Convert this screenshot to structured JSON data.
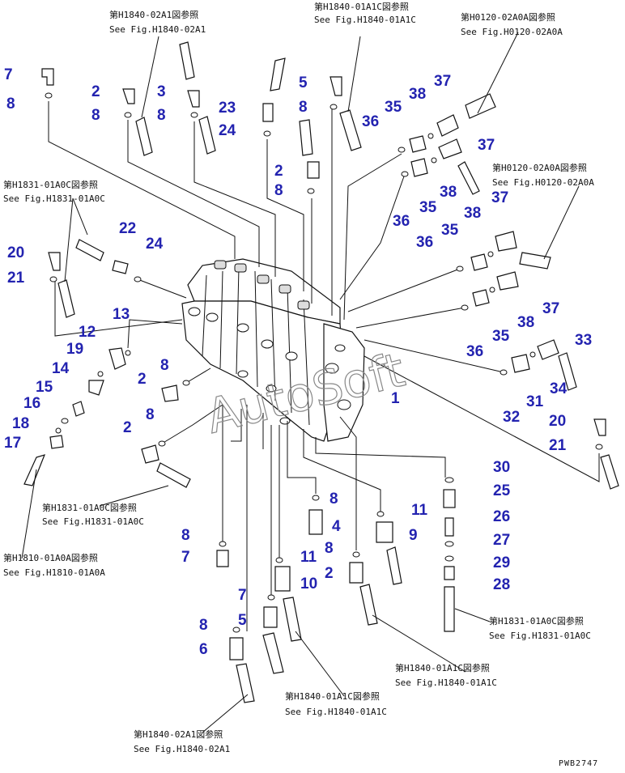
{
  "watermark": "AutoSoft",
  "drawing_code": "PWB2747",
  "references": [
    {
      "jp": "第H1840-02A1図参照",
      "en": "See Fig.H1840-02A1"
    },
    {
      "jp": "第H1840-01A1C図参照",
      "en": "See Fig.H1840-01A1C"
    },
    {
      "jp": "第H0120-02A0A図参照",
      "en": "See Fig.H0120-02A0A"
    },
    {
      "jp": "第H1831-01A0C図参照",
      "en": "See Fig.H1831-01A0C"
    },
    {
      "jp": "第H0120-02A0A図参照",
      "en": "See Fig.H0120-02A0A"
    },
    {
      "jp": "第H1831-01A0C図参照",
      "en": "See Fig.H1831-01A0C"
    },
    {
      "jp": "第H1810-01A0A図参照",
      "en": "See Fig.H1810-01A0A"
    },
    {
      "jp": "第H1831-01A0C図参照",
      "en": "See Fig.H1831-01A0C"
    },
    {
      "jp": "第H1840-01A1C図参照",
      "en": "See Fig.H1840-01A1C"
    },
    {
      "jp": "第H1840-01A1C図参照",
      "en": "See Fig.H1840-01A1C"
    },
    {
      "jp": "第H1840-02A1図参照",
      "en": "See Fig.H1840-02A1"
    }
  ],
  "callouts": [
    "7",
    "8",
    "2",
    "8",
    "3",
    "8",
    "23",
    "24",
    "5",
    "8",
    "37",
    "38",
    "36",
    "35",
    "37",
    "2",
    "8",
    "35",
    "38",
    "36",
    "37",
    "22",
    "24",
    "20",
    "21",
    "38",
    "36",
    "35",
    "13",
    "37",
    "12",
    "38",
    "35",
    "19",
    "14",
    "36",
    "33",
    "15",
    "8",
    "2",
    "1",
    "34",
    "16",
    "31",
    "32",
    "8",
    "18",
    "20",
    "2",
    "17",
    "21",
    "30",
    "25",
    "8",
    "11",
    "4",
    "26",
    "9",
    "27",
    "8",
    "7",
    "8",
    "11",
    "29",
    "2",
    "10",
    "28",
    "7",
    "5",
    "8",
    "6"
  ]
}
